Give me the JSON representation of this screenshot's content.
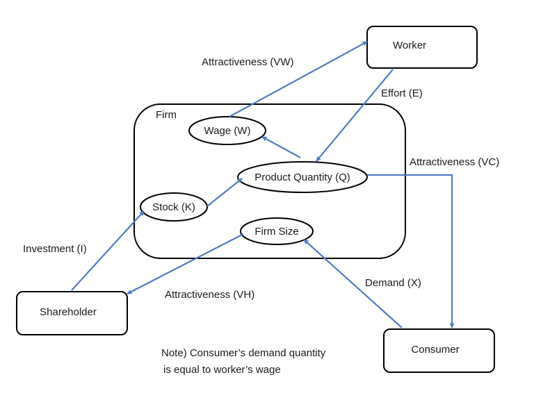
{
  "colors": {
    "arrow": "#4f7cc0",
    "outline": "#000000",
    "background": "#ffffff"
  },
  "diagram": {
    "firm_label": "Firm",
    "nodes": {
      "worker": "Worker",
      "shareholder": "Shareholder",
      "consumer": "Consumer",
      "wage": "Wage (W)",
      "product_quantity": "Product Quantity (Q)",
      "stock": "Stock (K)",
      "firm_size": "Firm Size"
    },
    "edges": {
      "attractiveness_vw": "Attractiveness (VW)",
      "effort": "Effort (E)",
      "attractiveness_vc": "Attractiveness (VC)",
      "investment": "Investment (I)",
      "attractiveness_vh": "Attractiveness (VH)",
      "demand": "Demand (X)"
    },
    "note": {
      "line1": "Note) Consumer’s demand quantity",
      "line2": "is equal to worker’s wage"
    }
  }
}
